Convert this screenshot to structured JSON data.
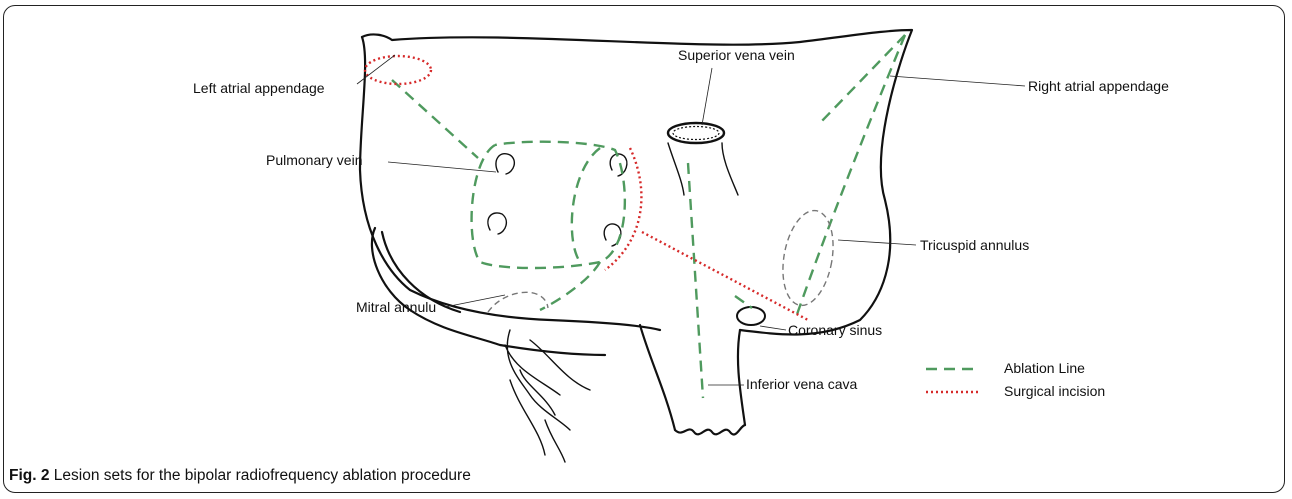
{
  "labels": {
    "left_atrial_appendage": "Left atrial appendage",
    "superior_vena_vein": "Superior vena vein",
    "right_atrial_appendage": "Right atrial appendage",
    "pulmonary_vein": "Pulmonary vein",
    "tricuspid_annulus": "Tricuspid annulus",
    "mitral_annulu": "Mitral annulu",
    "coronary_sinus": "Coronary sinus",
    "inferior_vena_cava": "Inferior vena cava"
  },
  "legend": {
    "ablation_line": "Ablation Line",
    "surgical_incision": "Surgical incision",
    "ablation_color": "#4f9a5e",
    "incision_color": "#d62a2a"
  },
  "caption": {
    "prefix": "Fig. 2",
    "text": "Lesion sets for the bipolar radiofrequency ablation procedure"
  }
}
